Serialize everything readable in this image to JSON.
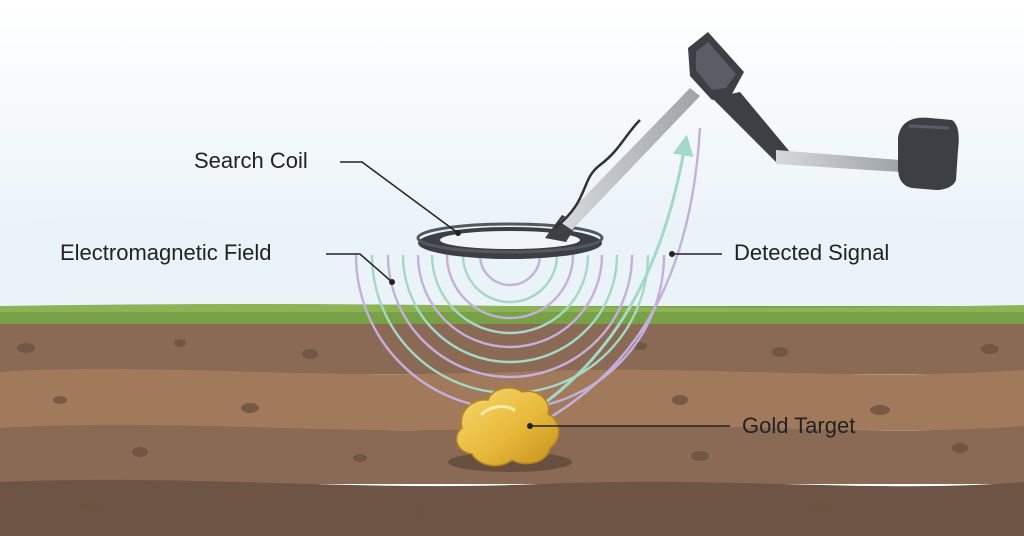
{
  "labels": {
    "search_coil": "Search Coil",
    "electromagnetic_field": "Electromagnetic Field",
    "detected_signal": "Detected Signal",
    "gold_target": "Gold Target"
  },
  "colors": {
    "sky_top": "#ffffff",
    "sky_bottom": "#e4eff6",
    "grass": "#78a046",
    "soil_top": "#8a6a55",
    "soil_mid": "#a17a5c",
    "soil_deep": "#6e5444",
    "field_green": "#a5d8c6",
    "field_purple": "#c4b0dc",
    "gold": "#e8b93a",
    "detector_dark": "#3c3f44",
    "detector_metal": "#b7bbc0",
    "label_text": "#222222",
    "leader_line": "#222222"
  },
  "icons": {
    "detector": "metal-detector-icon",
    "target": "gold-nugget-icon"
  }
}
